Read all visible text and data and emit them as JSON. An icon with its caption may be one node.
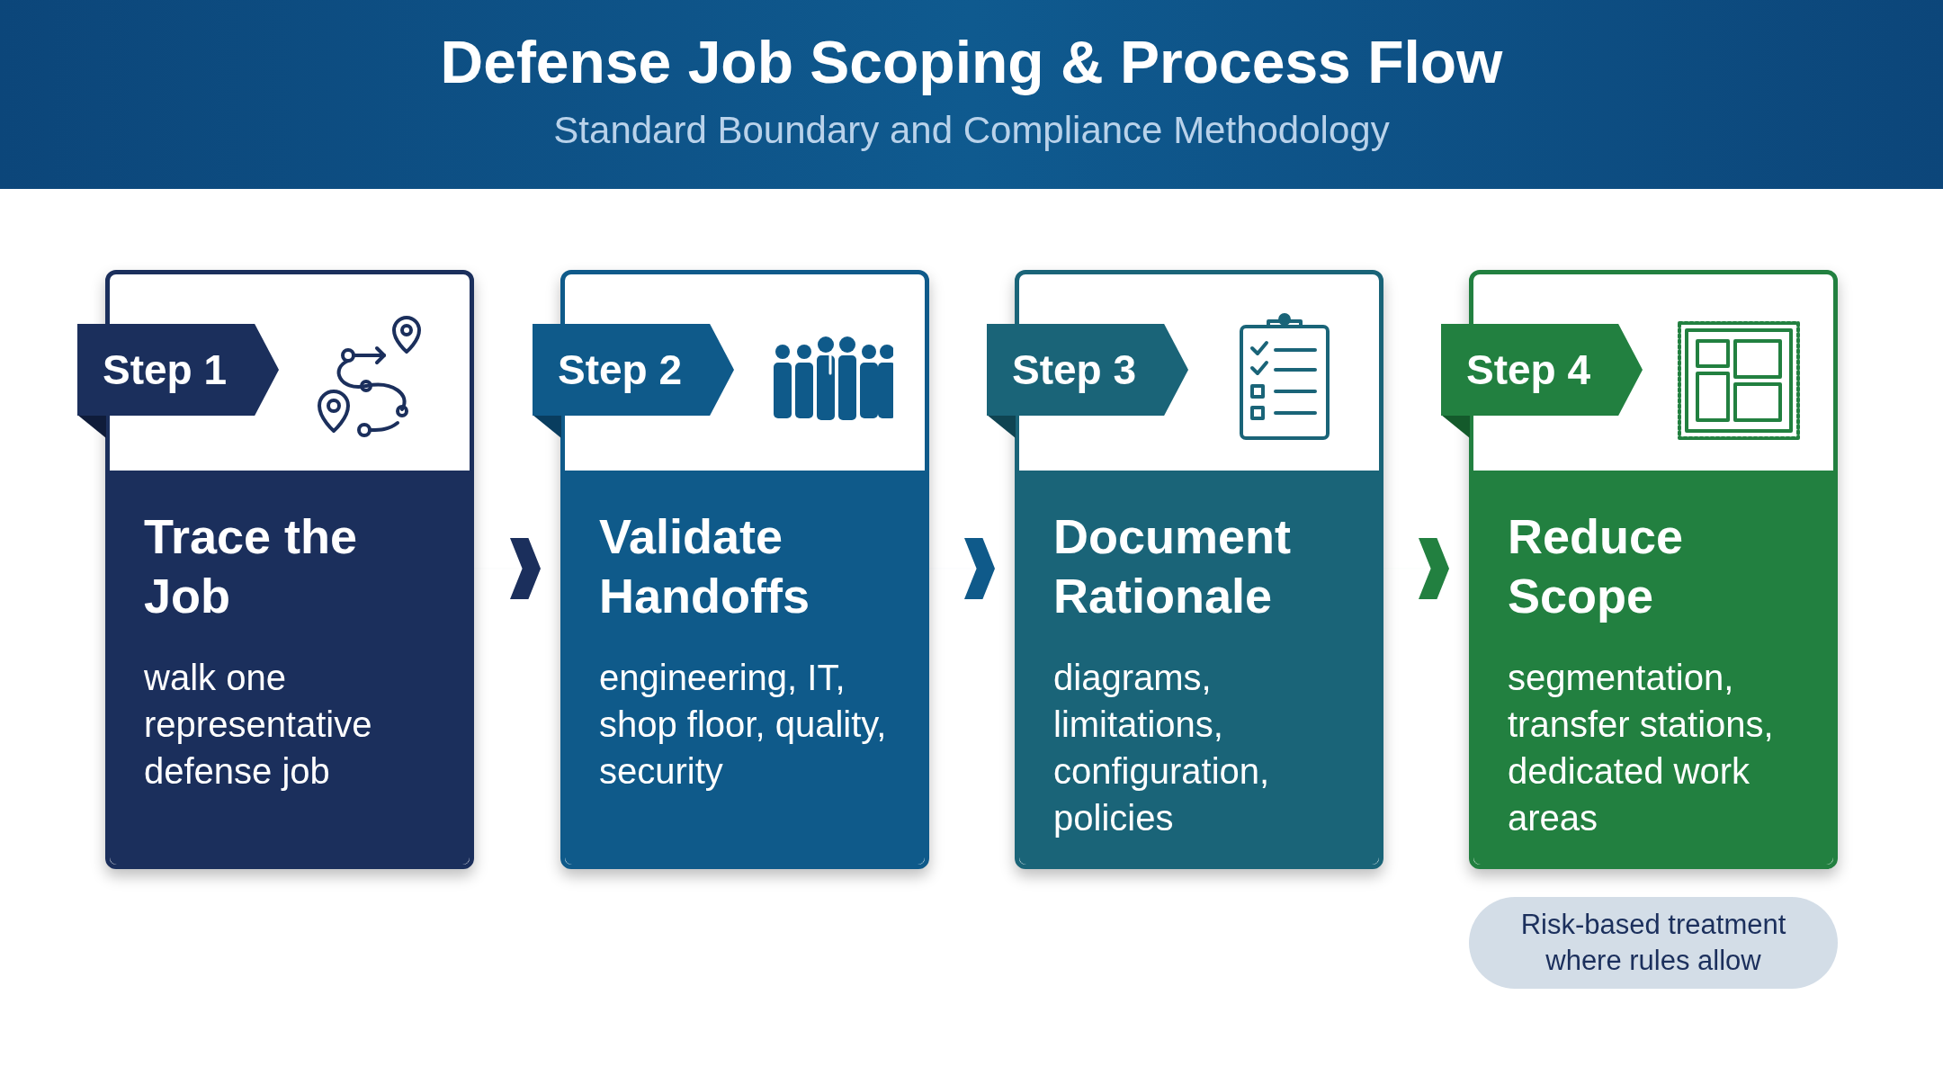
{
  "diagram": {
    "title": "Defense Job Scoping & Process Flow",
    "caption": "Standard Boundary and Compliance Methodology",
    "nodes": [
      {
        "text": [
          "Step 1",
          "Trace the Job",
          "walk one representative defense job"
        ]
      },
      {
        "text": [
          "Step 2",
          "Validate Handoffs",
          "engineering, IT, shop floor, quality, security"
        ]
      },
      {
        "text": [
          "Step 3",
          "Document Rationale",
          "diagrams, limitations, configuration, policies"
        ]
      },
      {
        "text": [
          "Step 4",
          "Reduce Scope",
          "segmentation, transfer stations, dedicated work areas"
        ]
      },
      {
        "text": [
          "Risk-based treatment where rules allow"
        ]
      }
    ],
    "edges": [
      {
        "from": 0,
        "to": 1,
        "arrow": "to",
        "color": "#1b2f5c"
      },
      {
        "from": 1,
        "to": 2,
        "arrow": "to",
        "color": "#0f5a8a"
      },
      {
        "from": 2,
        "to": 3,
        "arrow": "to",
        "color": "#228040"
      }
    ]
  }
}
